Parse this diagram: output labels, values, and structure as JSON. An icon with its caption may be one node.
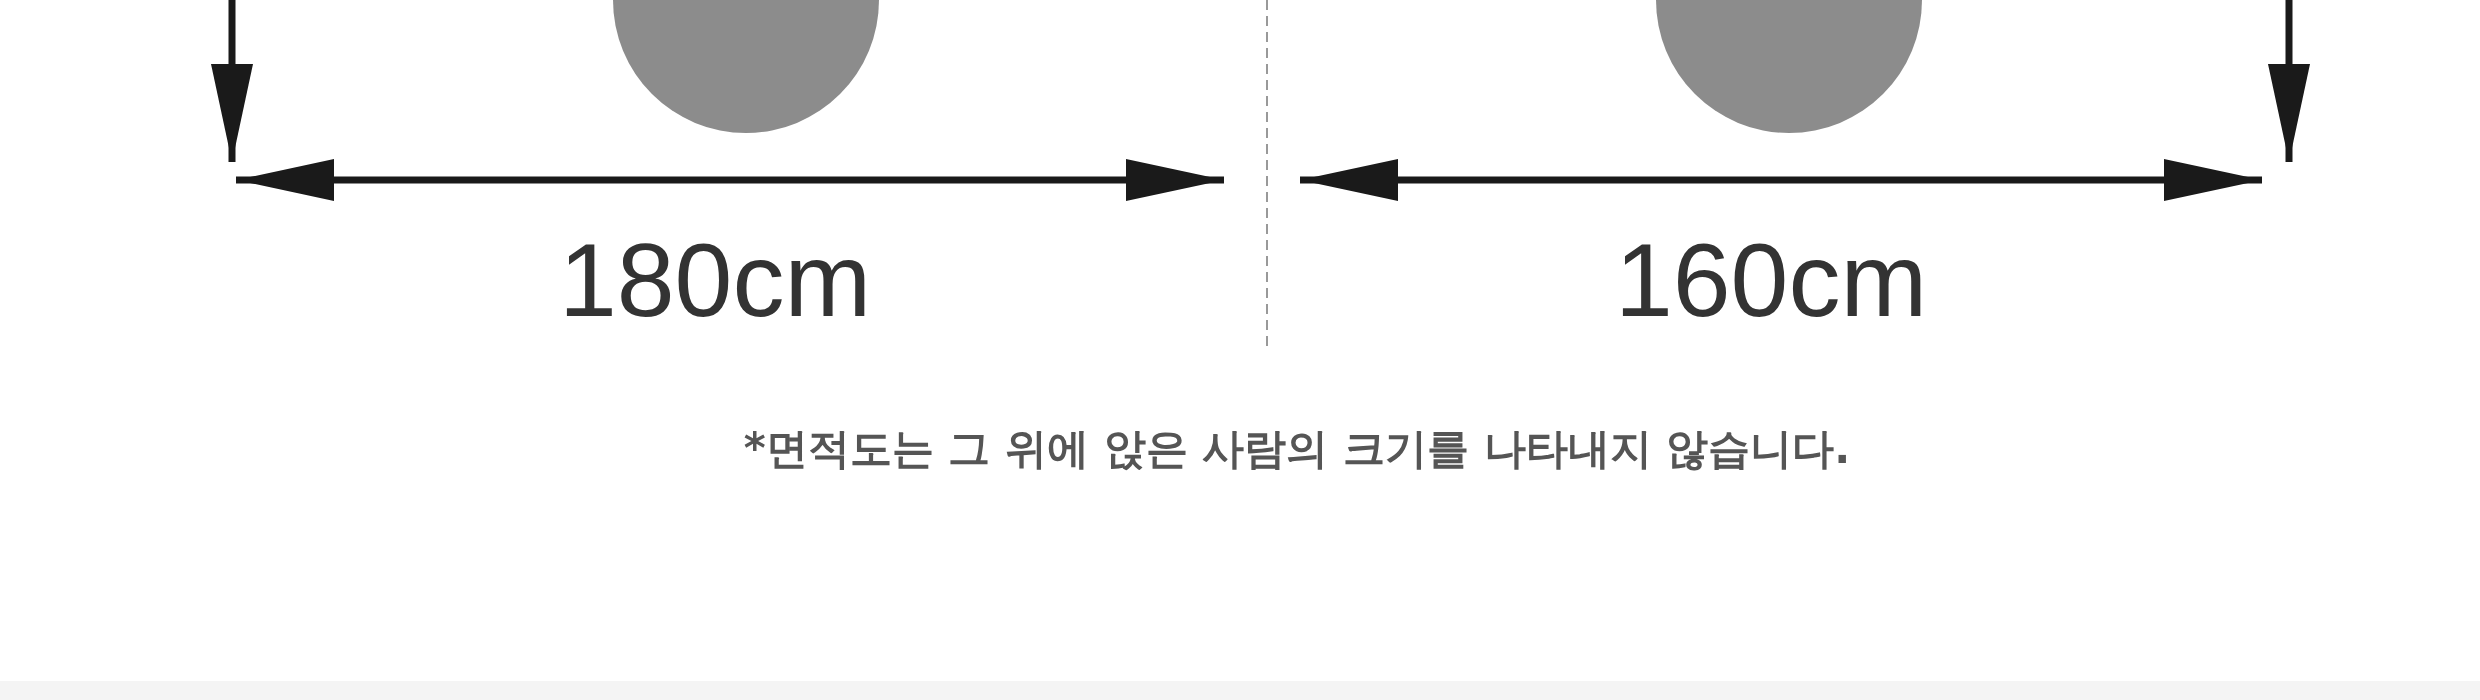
{
  "diagram": {
    "nodes": [
      {
        "text": [],
        "shape": "circle"
      },
      {
        "text": [],
        "shape": "circle"
      }
    ],
    "labels": [
      "180cm",
      "160cm"
    ],
    "caption": "*면적도는 그 위에 앉은 사람의 크기를 나타내지 않습니다."
  }
}
